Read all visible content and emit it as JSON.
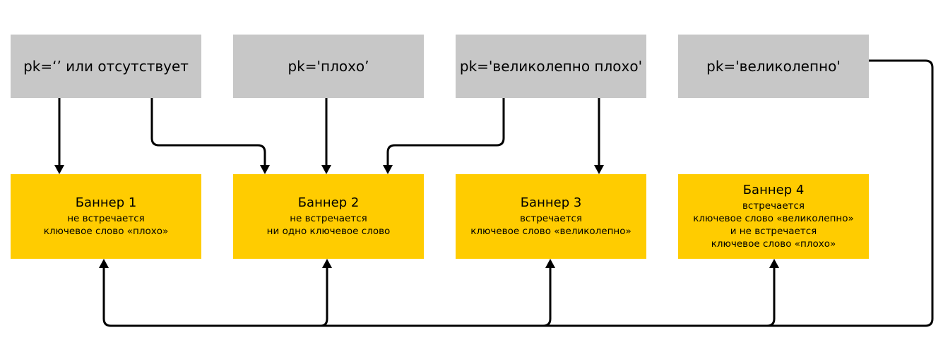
{
  "queries": [
    {
      "label": "pk=‘’ или отсутствует"
    },
    {
      "label": "pk='плохо’"
    },
    {
      "label": "pk='великолепно плохо'"
    },
    {
      "label": "pk='великолепно'"
    }
  ],
  "banners": [
    {
      "title": "Баннер 1",
      "lines": [
        "не встречается",
        "ключевое слово «плохо»"
      ]
    },
    {
      "title": "Баннер 2",
      "lines": [
        "не встречается",
        "ни одно ключевое слово"
      ]
    },
    {
      "title": "Баннер 3",
      "lines": [
        "встречается",
        "ключевое слово «великолепно»"
      ]
    },
    {
      "title": "Баннер 4",
      "lines": [
        "встречается",
        "ключевое слово «великолепно»",
        "и не встречается",
        "ключевое слово «плохо»"
      ]
    }
  ],
  "colors": {
    "query_fill": "#c7c7c7",
    "banner_fill": "#ffcc00",
    "connector": "#000000"
  }
}
